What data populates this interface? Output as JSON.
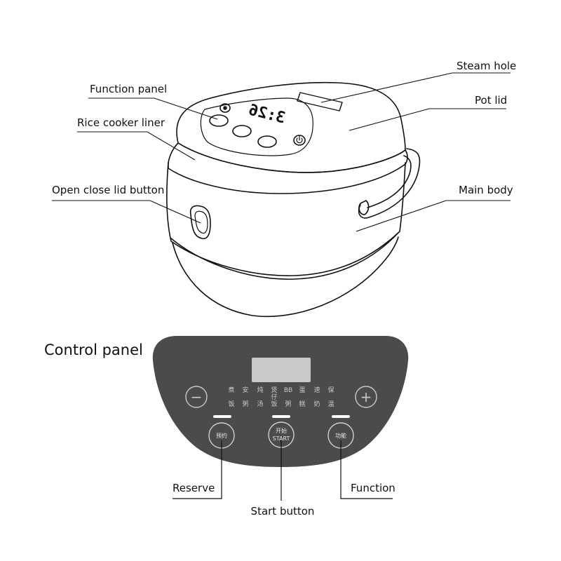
{
  "labels": {
    "steam_hole": "Steam hole",
    "pot_lid": "Pot lid",
    "function_panel": "Function panel",
    "rice_cooker_liner": "Rice cooker liner",
    "open_close_lid_button": "Open close lid button",
    "main_body": "Main body",
    "control_panel": "Control panel",
    "reserve": "Reserve",
    "start_button": "Start button",
    "function": "Function"
  },
  "cooker_display": {
    "time": "3:26"
  },
  "control_panel": {
    "minus_symbol": "−",
    "plus_symbol": "+",
    "menu_top": [
      "煮",
      "安",
      "炖",
      "煲",
      "BB",
      "蛋",
      "速",
      "保"
    ],
    "menu_extra": "仔",
    "menu_bottom": [
      "饭",
      "粥",
      "汤",
      "饭",
      "粥",
      "糕",
      "奶",
      "温"
    ],
    "reserve_button_text": "预约",
    "start_button_text_cn": "开始",
    "start_button_text_en": "START",
    "function_button_text": "功能"
  },
  "colors": {
    "panel_fill": "#4b4b4b",
    "panel_text": "#c8c8c8",
    "display_screen": "#c9c9c9",
    "indicator_bar": "#ffffff",
    "line": "#111111"
  }
}
